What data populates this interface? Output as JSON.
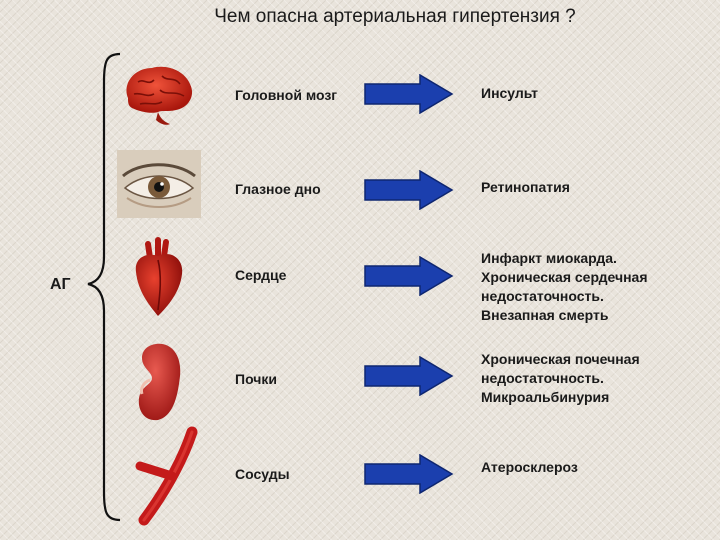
{
  "title": "Чем опасна артериальная гипертензия ?",
  "group_label": "АГ",
  "rows": [
    {
      "organ": "Головной мозг",
      "icon": "brain-icon",
      "effects": [
        "Инсульт"
      ]
    },
    {
      "organ": "Глазное дно",
      "icon": "eye-icon",
      "effects": [
        "Ретинопатия"
      ]
    },
    {
      "organ": "Сердце",
      "icon": "heart-icon",
      "effects": [
        "Инфаркт миокарда.",
        "Хроническая сердечная",
        "недостаточность.",
        "Внезапная смерть"
      ]
    },
    {
      "organ": "Почки",
      "icon": "kidney-icon",
      "effects": [
        "Хроническая почечная",
        "недостаточность.",
        "Микроальбинурия"
      ]
    },
    {
      "organ": "Сосуды",
      "icon": "blood-vessel-icon",
      "effects": [
        "Атеросклероз"
      ]
    }
  ],
  "colors": {
    "arrow": "#1b3fae",
    "organ_red": "#c41a1a",
    "text": "#1a1a1a"
  }
}
